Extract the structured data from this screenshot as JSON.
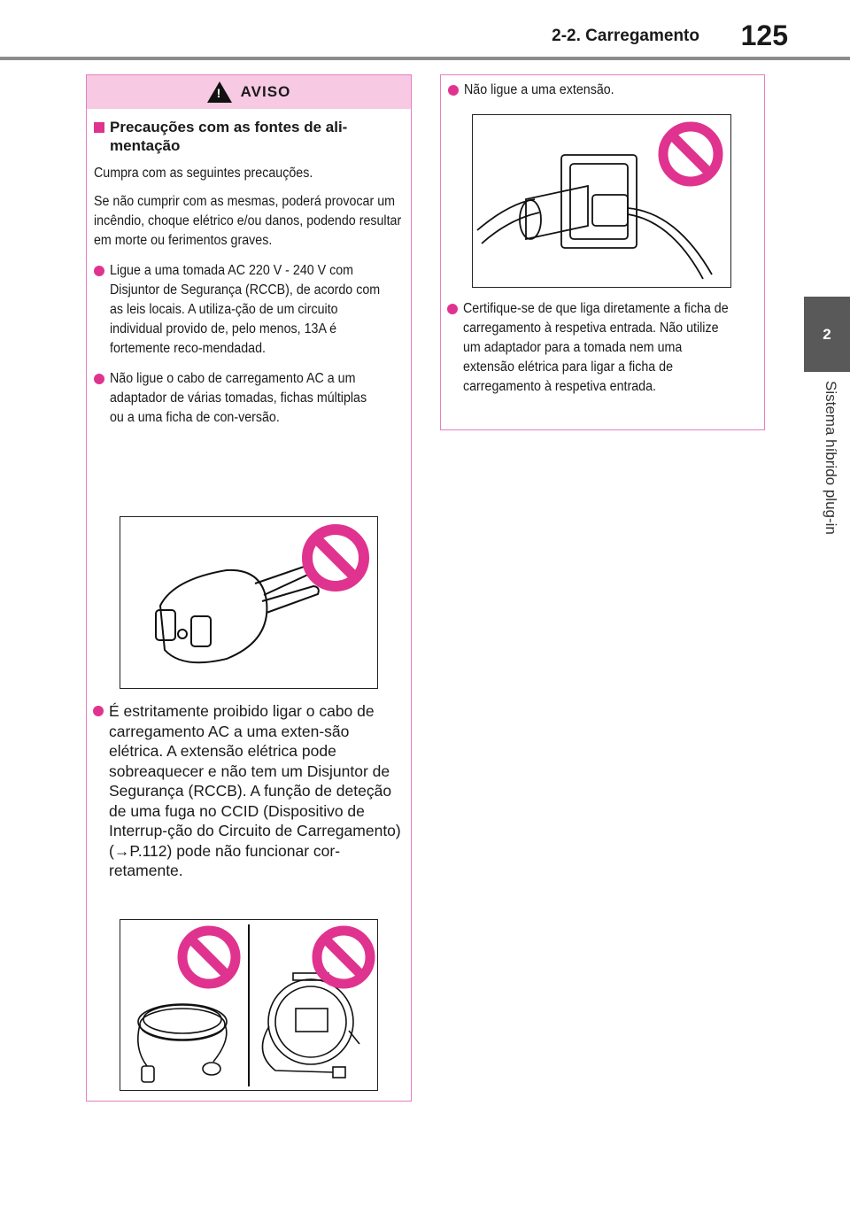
{
  "header": {
    "section": "2-2. Carregamento",
    "page_number": "125"
  },
  "side_tab": {
    "number": "2",
    "label": "Sistema híbrido plug-in"
  },
  "warning": {
    "title": "AVISO",
    "section_title": "Precauções com as fontes de ali-mentação",
    "intro_1": "Cumpra com as seguintes precauções.",
    "intro_2": "Se não cumprir com as mesmas, poderá provocar um incêndio, choque elétrico e/ou danos, podendo resultar em morte ou ferimentos graves.",
    "bullet_1": "Ligue a uma tomada AC 220 V - 240 V com Disjuntor de Segurança (RCCB), de acordo com as leis locais. A utiliza-ção de um circuito individual provido de, pelo menos, 13A é fortemente reco-mendadad.",
    "bullet_2": "Não ligue o cabo de carregamento AC a um adaptador de várias tomadas, fichas múltiplas ou a uma ficha de con-versão.",
    "bullet_3": "É estritamente proibido ligar o cabo de carregamento AC a uma exten-são elétrica. A extensão elétrica pode sobreaquecer e não tem um Disjuntor de Segurança (RCCB). A função de deteção de uma fuga no CCID (Dispositivo de Interrup-ção do Circuito de Carregamento) (→P.112) pode não funcionar cor-retamente.",
    "bullet_4": "Não ligue a uma extensão.",
    "bullet_5": "Certifique-se de que liga diretamente a ficha de carregamento à respetiva entrada. Não utilize um adaptador para a tomada nem uma extensão elétrica para ligar a ficha de carregamento à respetiva entrada."
  },
  "colors": {
    "accent": "#e0338f",
    "border": "#e57fc0",
    "header_fill": "#f7c9e3",
    "tab": "#595959"
  },
  "icons": [
    "warning-triangle-icon",
    "prohibition-icon"
  ]
}
